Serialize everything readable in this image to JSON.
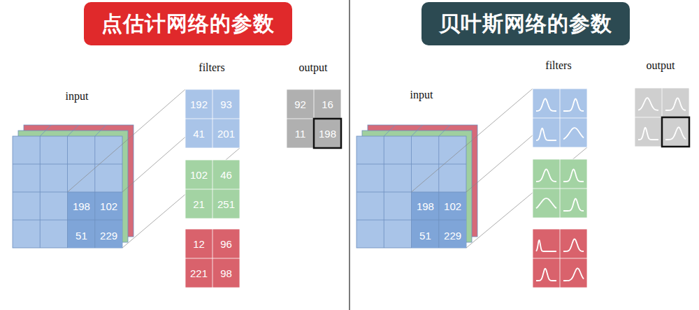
{
  "diagram": {
    "nodes": [
      {
        "text": [
          "点估计网络的参数"
        ]
      },
      {
        "text": [
          "贝叶斯网络的参数"
        ]
      }
    ],
    "labels": [
      "filters",
      "output",
      "input",
      "198",
      "102",
      "51",
      "229",
      "192",
      "93",
      "41",
      "201",
      "102",
      "46",
      "21",
      "251",
      "12",
      "96",
      "221",
      "98",
      "92",
      "16",
      "11",
      "198",
      "filters",
      "output",
      "input",
      "198",
      "102",
      "51",
      "229"
    ]
  }
}
